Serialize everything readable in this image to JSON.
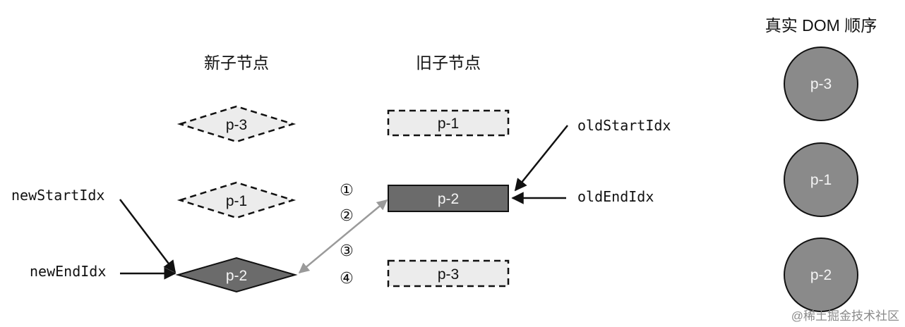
{
  "headings": {
    "new_children": "新子节点",
    "old_children": "旧子节点",
    "real_dom_order": "真实 DOM 顺序"
  },
  "new_nodes": [
    {
      "label": "p-3",
      "state": "processed"
    },
    {
      "label": "p-1",
      "state": "processed"
    },
    {
      "label": "p-2",
      "state": "current"
    }
  ],
  "old_nodes": [
    {
      "label": "p-1",
      "state": "processed"
    },
    {
      "label": "p-2",
      "state": "current"
    },
    {
      "label": "p-3",
      "state": "processed"
    }
  ],
  "real_dom": [
    {
      "label": "p-3"
    },
    {
      "label": "p-1"
    },
    {
      "label": "p-2"
    }
  ],
  "pointers": {
    "new_start": "newStartIdx",
    "new_end": "newEndIdx",
    "old_start": "oldStartIdx",
    "old_end": "oldEndIdx"
  },
  "steps": [
    "①",
    "②",
    "③",
    "④"
  ],
  "watermark": "@稀土掘金技术社区",
  "colors": {
    "processed_fill": "#ececec",
    "current_fill": "#6b6b6b",
    "dom_fill": "#8a8a8a",
    "stroke": "#111111",
    "compare_arrow": "#9a9a9a"
  }
}
